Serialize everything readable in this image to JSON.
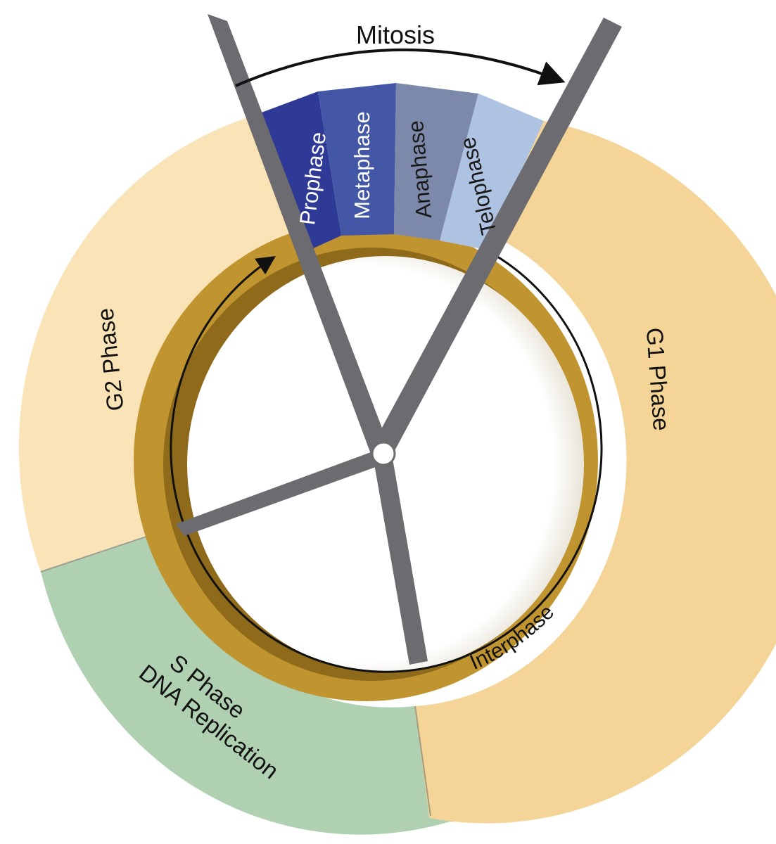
{
  "title": "Mitosis",
  "interphase_label": "Interphase",
  "phases": {
    "g1": {
      "label": "G1 Phase"
    },
    "g2": {
      "label": "G2 Phase"
    },
    "s": {
      "label": "S Phase",
      "sublabel": "DNA Replication"
    }
  },
  "mitosis_stages": [
    {
      "label": "Prophase"
    },
    {
      "label": "Metaphase"
    },
    {
      "label": "Anaphase"
    },
    {
      "label": "Telophase"
    }
  ],
  "colors": {
    "g1": "#f4d597",
    "g2": "#f9e3b7",
    "s": "#b0d1b1",
    "inner_ring": "#c0942f",
    "inner_ring_dark": "#8e6a1a",
    "side": "#9c8150",
    "spokes": "#6b6b70",
    "prophase": "#2e3a96",
    "metaphase": "#4357a6",
    "anaphase": "#7c89ab",
    "telophase": "#aec3e2"
  }
}
